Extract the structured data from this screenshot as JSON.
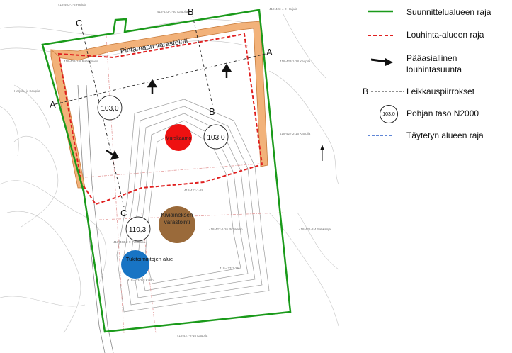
{
  "legend": {
    "planning_area": "Suunnittelualueen raja",
    "quarry_area": "Louhinta-alueen raja",
    "direction_line1": "Pääasiallinen",
    "direction_line2": "louhintasuunta",
    "section_letter": "B",
    "section": "Leikkauspiirrokset",
    "base_level_sample": "103,0",
    "base_level": "Pohjan taso N2000",
    "filled_area": "Täytetyn alueen raja"
  },
  "map": {
    "storage_strip": "Pintamaan varastointi",
    "crusher": "Murskaamo",
    "aggregate_storage_line1": "Kiviaineksen",
    "aggregate_storage_line2": "varastointi",
    "support_area": "Tukitoimintojen alue",
    "levels": [
      "103,0",
      "103,0",
      "110,3"
    ],
    "section_labels": [
      "A",
      "A",
      "B",
      "B",
      "C",
      "C"
    ]
  },
  "colors": {
    "planning_area": "#1a9a1a",
    "quarry_area": "#e02020",
    "storage_strip": "#f2b27a",
    "crusher": "#ee1111",
    "aggregate": "#9a6a3a",
    "support": "#1874c4",
    "filled_area": "#2b5fc9"
  }
}
